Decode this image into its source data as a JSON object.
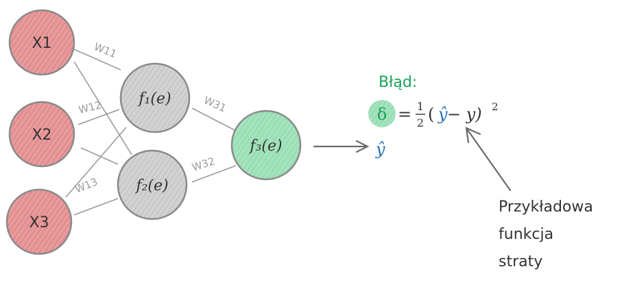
{
  "colors": {
    "input_fill": "#e89a9c",
    "hidden_fill": "#cfcfcf",
    "output_fill": "#9fe0b8",
    "error_accent": "#1aa35a",
    "yhat_color": "#1f6fb2",
    "edge_color": "#9a9a9a",
    "node_stroke": "#8a8a8a"
  },
  "inputs": [
    {
      "id": "x1",
      "label": "X1"
    },
    {
      "id": "x2",
      "label": "X2"
    },
    {
      "id": "x3",
      "label": "X3"
    }
  ],
  "hidden": [
    {
      "id": "h1",
      "label": "f₁(e)"
    },
    {
      "id": "h2",
      "label": "f₂(e)"
    }
  ],
  "output": {
    "id": "o1",
    "label": "f₃(e)"
  },
  "weights": {
    "w11": "W11",
    "w12": "W12",
    "w13": "W13",
    "w31": "W31",
    "w32": "W32"
  },
  "prediction_symbol": "ŷ",
  "error": {
    "title": "Błąd:",
    "delta": "δ",
    "equals": "=",
    "half_num": "1",
    "half_den": "2",
    "open_paren": "(",
    "yhat": "ŷ",
    "minus_y": " − y)",
    "power": "2"
  },
  "loss_note": {
    "line1": "Przykładowa",
    "line2": "funkcja",
    "line3": "straty"
  }
}
